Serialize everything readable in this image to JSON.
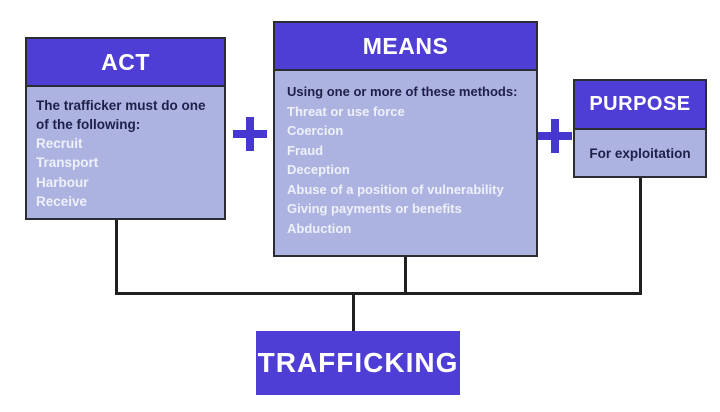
{
  "boxes": {
    "act": {
      "title": "ACT",
      "intro": "The trafficker must do one of the following:",
      "items": [
        "Recruit",
        "Transport",
        "Harbour",
        "Receive"
      ]
    },
    "means": {
      "title": "MEANS",
      "intro": "Using one or more of these methods:",
      "items": [
        "Threat or use force",
        "Coercion",
        "Fraud",
        "Deception",
        "Abuse of a position of vulnerability",
        "Giving payments or benefits",
        "Abduction"
      ]
    },
    "purpose": {
      "title": "PURPOSE",
      "body": "For exploitation"
    },
    "result": {
      "title": "TRAFFICKING"
    }
  },
  "operators": [
    {
      "icon": "plus-icon",
      "glyph": "+"
    },
    {
      "icon": "plus-icon",
      "glyph": "+"
    }
  ],
  "colors": {
    "header_purple": "#4e3ed5",
    "body_blue": "#adb3e0",
    "plus_purple": "#4537cf",
    "intro_text": "#1e2048",
    "item_text": "#eef0fa",
    "line_dark": "#2c2c34",
    "connector": "#202020"
  }
}
